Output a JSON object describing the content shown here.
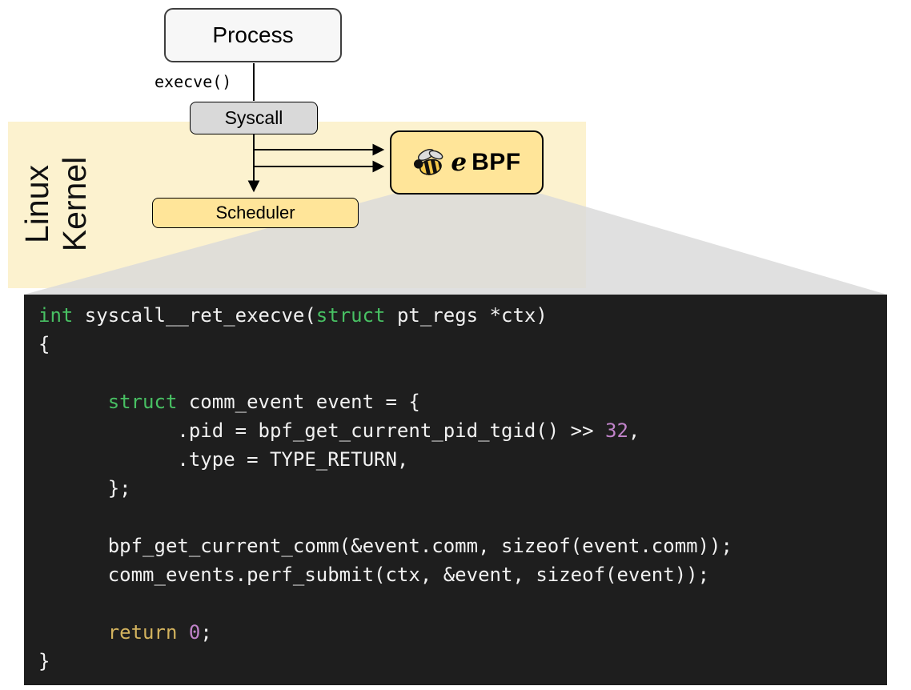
{
  "diagram": {
    "process_label": "Process",
    "execve_label": "execve()",
    "syscall_label": "Syscall",
    "kernel_label_line1": "Linux",
    "kernel_label_line2": "Kernel",
    "scheduler_label": "Scheduler",
    "ebpf_label_e": "e",
    "ebpf_label_bpf": "BPF",
    "bee_icon_name": "bee-icon"
  },
  "colors": {
    "kernel_bg": "#fcf2cf",
    "box_yellow": "#ffe599",
    "box_gray": "#d9d9d9",
    "box_white": "#f7f7f7",
    "funnel_gray": "#d9d9d9",
    "code_bg": "#1e1e1e",
    "code_text": "#f1f1f1",
    "keyword_green": "#48c063",
    "number_purple": "#c083c9",
    "return_yellow": "#d3b35e"
  },
  "code": {
    "language": "c",
    "lines": [
      [
        {
          "c": "kw",
          "t": "int"
        },
        {
          "c": "pl",
          "t": " syscall__ret_execve("
        },
        {
          "c": "kw",
          "t": "struct"
        },
        {
          "c": "pl",
          "t": " pt_regs *ctx)"
        }
      ],
      [
        {
          "c": "pl",
          "t": "{"
        }
      ],
      [],
      [
        {
          "c": "pl",
          "t": "      "
        },
        {
          "c": "kw",
          "t": "struct"
        },
        {
          "c": "pl",
          "t": " comm_event event = {"
        }
      ],
      [
        {
          "c": "pl",
          "t": "            .pid = bpf_get_current_pid_tgid() >> "
        },
        {
          "c": "num",
          "t": "32"
        },
        {
          "c": "pl",
          "t": ","
        }
      ],
      [
        {
          "c": "pl",
          "t": "            .type = TYPE_RETURN,"
        }
      ],
      [
        {
          "c": "pl",
          "t": "      };"
        }
      ],
      [],
      [
        {
          "c": "pl",
          "t": "      bpf_get_current_comm(&event.comm, sizeof(event.comm));"
        }
      ],
      [
        {
          "c": "pl",
          "t": "      comm_events.perf_submit(ctx, &event, sizeof(event));"
        }
      ],
      [],
      [
        {
          "c": "pl",
          "t": "      "
        },
        {
          "c": "ret",
          "t": "return"
        },
        {
          "c": "pl",
          "t": " "
        },
        {
          "c": "num",
          "t": "0"
        },
        {
          "c": "pl",
          "t": ";"
        }
      ],
      [
        {
          "c": "pl",
          "t": "}"
        }
      ]
    ]
  }
}
